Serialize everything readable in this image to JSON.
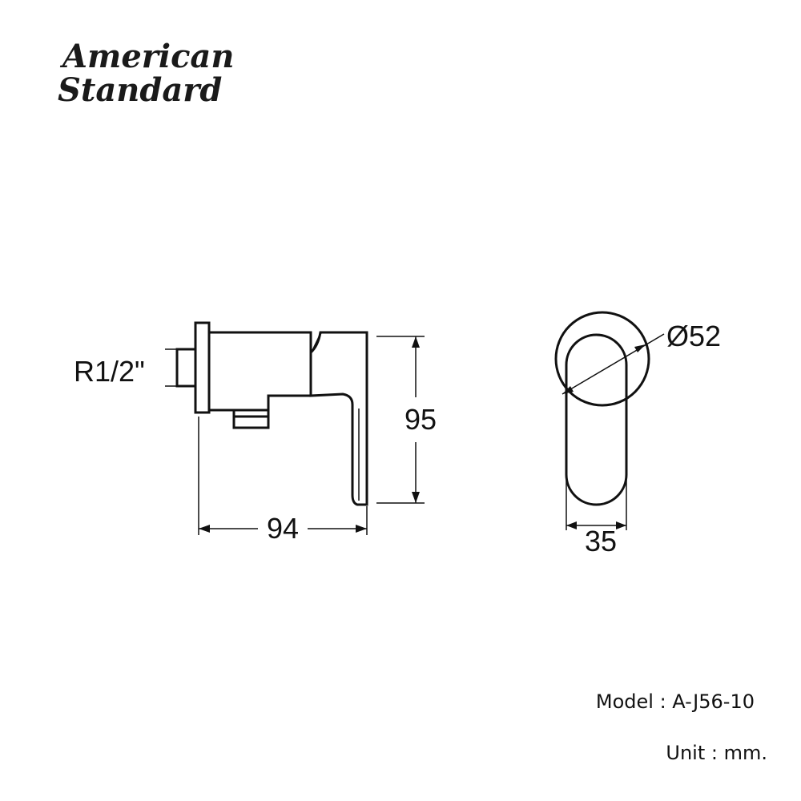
{
  "brand": {
    "line1": "American",
    "line2": "Standard"
  },
  "side_view": {
    "thread_label": "R1/2\"",
    "width_label": "94",
    "height_label": "95"
  },
  "front_view": {
    "diameter_label": "Ø52",
    "width_label": "35"
  },
  "info": {
    "model": "Model : A-J56-10",
    "unit": "Unit : mm."
  },
  "colors": {
    "line": "#111111",
    "background": "#ffffff"
  }
}
